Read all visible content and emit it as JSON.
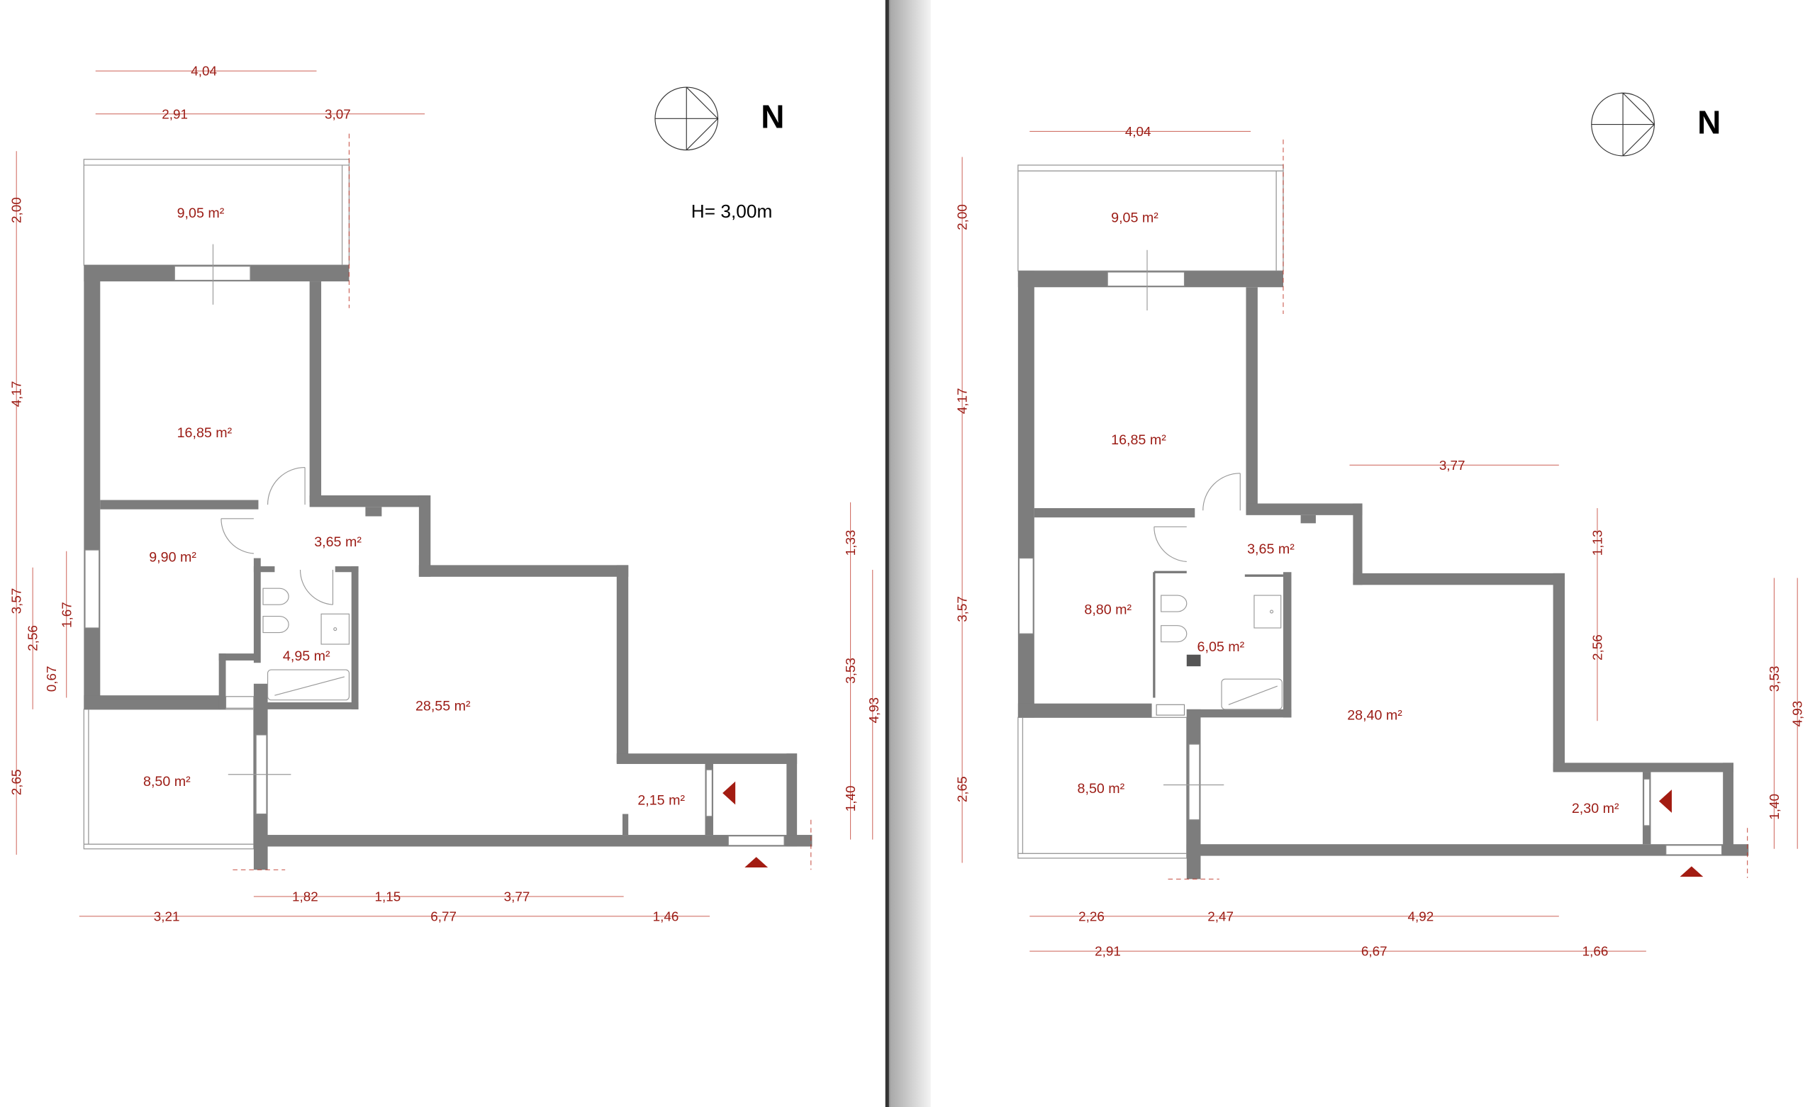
{
  "left_plan": {
    "north_label": "N",
    "height_label": "H= 3,00m",
    "areas": [
      "9,05 m²",
      "16,85 m²",
      "9,90 m²",
      "3,65 m²",
      "4,95 m²",
      "28,55 m²",
      "8,50 m²",
      "2,15 m²"
    ],
    "dims_top": [
      "4,04",
      "2,91",
      "3,07"
    ],
    "dims_left": [
      "2,00",
      "4,17",
      "3,57",
      "2,56",
      "1,67",
      "0,67",
      "2,65"
    ],
    "dims_right": [
      "1,33",
      "3,53",
      "4,93",
      "1,40"
    ],
    "dims_bottom": [
      "1,82",
      "1,15",
      "3,77",
      "3,21",
      "6,77",
      "1,46"
    ]
  },
  "right_plan": {
    "north_label": "N",
    "areas": [
      "9,05 m²",
      "16,85 m²",
      "8,80 m²",
      "3,65 m²",
      "6,05 m²",
      "28,40 m²",
      "8,50 m²",
      "2,30 m²"
    ],
    "dims_top": [
      "4,04",
      "3,77"
    ],
    "dims_left": [
      "2,00",
      "4,17",
      "3,57",
      "2,65"
    ],
    "dims_right": [
      "1,13",
      "2,56",
      "3,53",
      "4,93",
      "1,40"
    ],
    "dims_bottom": [
      "2,26",
      "2,47",
      "4,92",
      "2,91",
      "6,67",
      "1,66"
    ]
  },
  "colors": {
    "wall": "#7d7d7d",
    "dimension": "#9b1b14",
    "entry_arrow": "#a31c12"
  }
}
